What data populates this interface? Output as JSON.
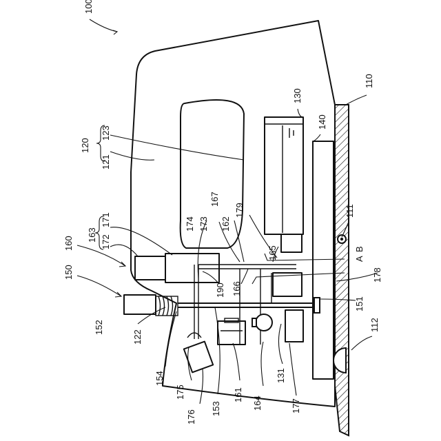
{
  "labels": {
    "l100": "100",
    "l110": "110",
    "l111": "111",
    "l112": "112",
    "l120": "120",
    "l121": "121",
    "l122": "122",
    "l123": "123",
    "l130": "130",
    "l131": "131",
    "l140": "140",
    "l150": "150",
    "l151": "151",
    "l152": "152",
    "l153": "153",
    "l154": "154",
    "l160": "160",
    "l161": "161",
    "l162": "162",
    "l163": "163",
    "l164": "164",
    "l165": "165",
    "l166": "166",
    "l167": "167",
    "l171": "171",
    "l172": "172",
    "l173": "173",
    "l174": "174",
    "l175": "175",
    "l176": "176",
    "l177": "177",
    "l178": "178",
    "l179": "179",
    "l190": "190",
    "lA": "A",
    "lB": "B"
  }
}
